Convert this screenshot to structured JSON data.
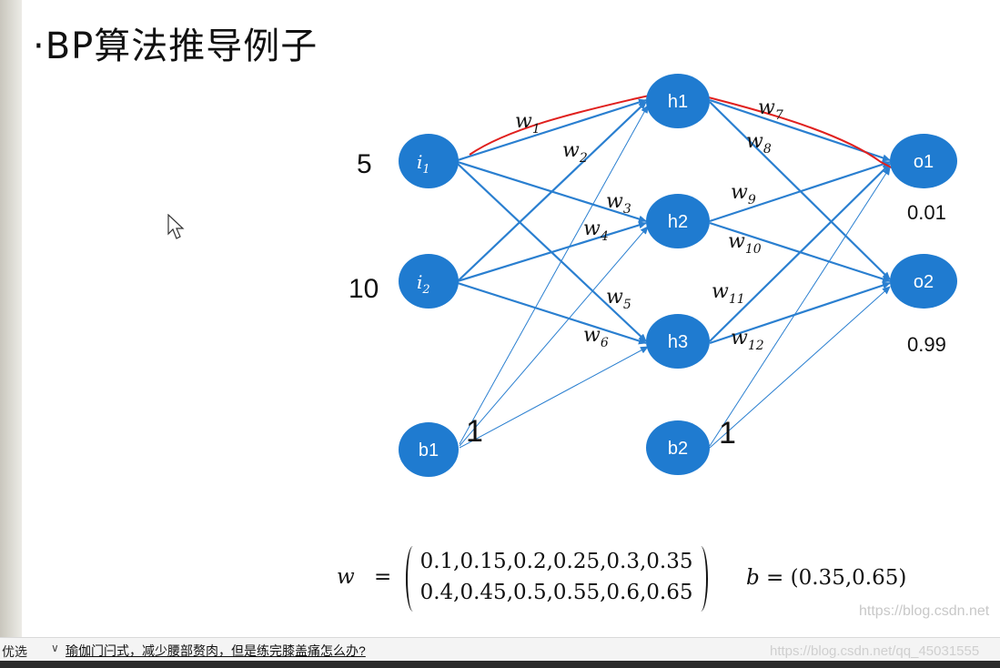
{
  "title": "·BP算法推导例子",
  "nodes": {
    "i1": {
      "main": "i",
      "sub": "1"
    },
    "i2": {
      "main": "i",
      "sub": "2"
    },
    "b1": "b1",
    "h1": "h1",
    "h2": "h2",
    "h3": "h3",
    "b2": "b2",
    "o1": "o1",
    "o2": "o2"
  },
  "weight_labels": [
    {
      "main": "w",
      "sub": "1"
    },
    {
      "main": "w",
      "sub": "2"
    },
    {
      "main": "w",
      "sub": "3"
    },
    {
      "main": "w",
      "sub": "4"
    },
    {
      "main": "w",
      "sub": "5"
    },
    {
      "main": "w",
      "sub": "6"
    },
    {
      "main": "w",
      "sub": "7"
    },
    {
      "main": "w",
      "sub": "8"
    },
    {
      "main": "w",
      "sub": "9"
    },
    {
      "main": "w",
      "sub": "10"
    },
    {
      "main": "w",
      "sub": "11"
    },
    {
      "main": "w",
      "sub": "12"
    }
  ],
  "input_values": {
    "i1": "5",
    "i2": "10"
  },
  "output_targets": {
    "o1": "0.01",
    "o2": "0.99"
  },
  "bias_annotations": {
    "b1": "1",
    "b2": "1"
  },
  "formula": {
    "w_symbol": "w",
    "equals": "=",
    "w_row1": "0.1,0.15,0.2,0.25,0.3,0.35",
    "w_row2": "0.4,0.45,0.5,0.55,0.6,0.65",
    "b_symbol": "b",
    "b_value": "(0.35,0.65)"
  },
  "watermark": "https://blog.csdn.net",
  "statusbar": {
    "left_text": "优选",
    "link_text": "瑜伽门闩式，减少腰部赘肉，但是练完膝盖痛怎么办?",
    "watermark": "https://blog.csdn.net/qq_45031555"
  },
  "colors": {
    "node": "#1f7bd0",
    "edge": "#2a7fd0",
    "highlight": "#e0201e"
  }
}
